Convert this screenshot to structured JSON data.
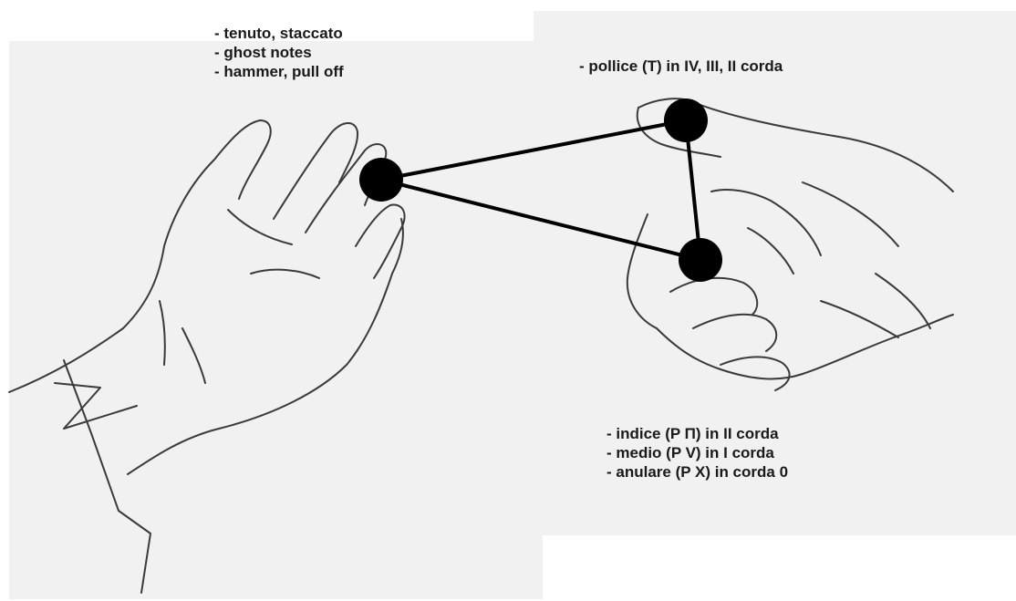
{
  "colors": {
    "background": "#ffffff",
    "paper": "#f1f1f1",
    "ink": "#1a1a1a",
    "sketch": "#3a3a3a"
  },
  "left_hand": {
    "labels": [
      "- tenuto, staccato",
      "- ghost notes",
      "- hammer, pull off"
    ]
  },
  "right_hand": {
    "thumb_labels": [
      "- pollice (T) in IV, III, II corda"
    ],
    "finger_labels": [
      "- indice (P Π) in II corda",
      "- medio (P V) in I corda",
      "- anulare (P X) in corda 0"
    ]
  },
  "diagram": {
    "nodes": [
      "left-hand-fingertip",
      "right-thumb",
      "right-fingers"
    ],
    "edges": [
      [
        "left-hand-fingertip",
        "right-thumb"
      ],
      [
        "left-hand-fingertip",
        "right-fingers"
      ],
      [
        "right-thumb",
        "right-fingers"
      ]
    ]
  }
}
